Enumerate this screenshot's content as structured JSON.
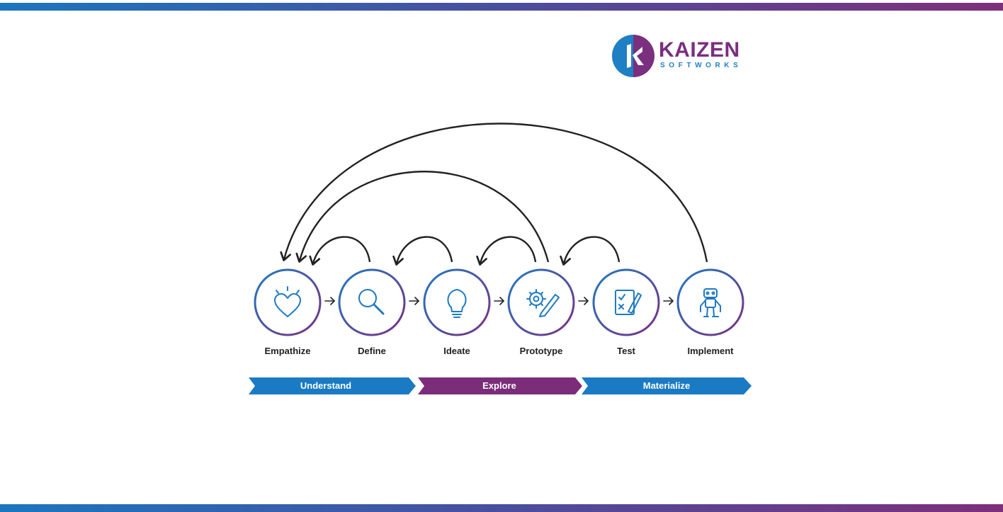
{
  "logo": {
    "name": "KAIZEN",
    "tagline": "SOFTWORKS"
  },
  "steps": [
    {
      "label": "Empathize",
      "icon": "heart-icon"
    },
    {
      "label": "Define",
      "icon": "magnifier-icon"
    },
    {
      "label": "Ideate",
      "icon": "lightbulb-icon"
    },
    {
      "label": "Prototype",
      "icon": "gear-pencil-icon"
    },
    {
      "label": "Test",
      "icon": "checklist-icon"
    },
    {
      "label": "Implement",
      "icon": "robot-icon"
    }
  ],
  "phases": [
    {
      "label": "Understand",
      "color": "#1a7ac3"
    },
    {
      "label": "Explore",
      "color": "#7b2d7a"
    },
    {
      "label": "Materialize",
      "color": "#1a7ac3"
    }
  ],
  "colors": {
    "circle_gradient_start": "#1f7ac2",
    "circle_gradient_end": "#7b2f82",
    "icon_color": "#1f7ac2",
    "arrow_color": "#222222"
  }
}
